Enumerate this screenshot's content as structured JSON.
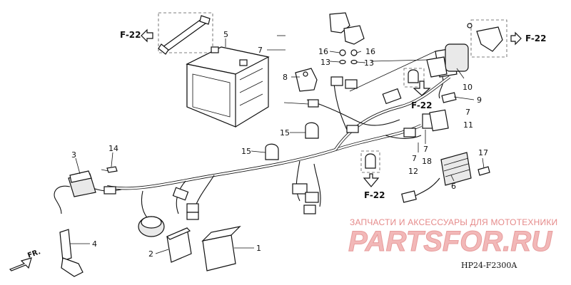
{
  "callouts": {
    "c1": "1",
    "c2": "2",
    "c3": "3",
    "c4": "4",
    "c5": "5",
    "c6": "6",
    "c7a": "7",
    "c7b": "7",
    "c7c": "7",
    "c7d": "7",
    "c8": "8",
    "c9": "9",
    "c10": "10",
    "c11": "11",
    "c12": "12",
    "c13a": "13",
    "c13b": "13",
    "c14": "14",
    "c15a": "15",
    "c15b": "15",
    "c16a": "16",
    "c16b": "16",
    "c17": "17",
    "c18": "18"
  },
  "refs": {
    "f22_top_left": "F-22",
    "f22_top_right": "F-22",
    "f22_mid": "F-22",
    "f22_bottom": "F-22"
  },
  "direction_label": "FR.",
  "diagram_code": "HP24-F2300A",
  "watermark": {
    "caption": "ЗАПЧАСТИ И АКСЕССУАРЫ ДЛЯ МОТОТЕХНИКИ",
    "brand": "PARTSFOR.RU"
  }
}
